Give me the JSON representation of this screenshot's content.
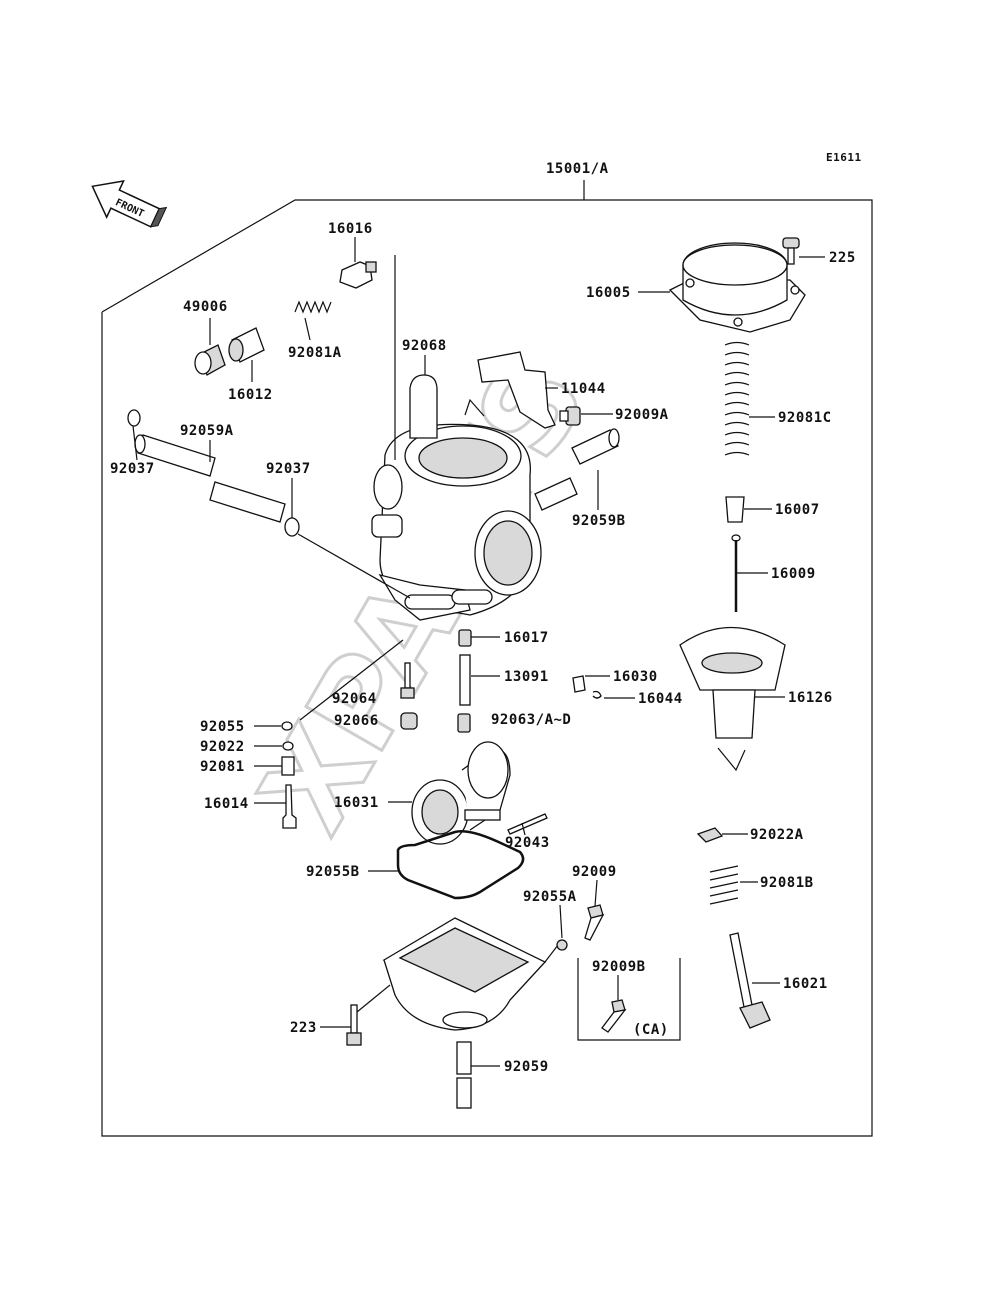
{
  "diagram_code": "E1611",
  "assembly_label": "15001/A",
  "front_label": "FRONT",
  "watermark": "XPARTS",
  "variant_label": "(CA)",
  "labels": {
    "l16016": "16016",
    "l49006": "49006",
    "l92081A": "92081A",
    "l16012": "16012",
    "l92068": "92068",
    "l11044": "11044",
    "l92009A": "92009A",
    "l92059A": "92059A",
    "l92037a": "92037",
    "l92037b": "92037",
    "l92059B": "92059B",
    "l16017": "16017",
    "l13091": "13091",
    "l92064": "92064",
    "l92066": "92066",
    "l92063": "92063/A~D",
    "l16030": "16030",
    "l16044": "16044",
    "l92055": "92055",
    "l92022": "92022",
    "l92081": "92081",
    "l16014": "16014",
    "l16031": "16031",
    "l92043": "92043",
    "l92055B": "92055B",
    "l92009": "92009",
    "l92055A": "92055A",
    "l92009B": "92009B",
    "l223": "223",
    "l92059": "92059",
    "l225": "225",
    "l16005": "16005",
    "l92081C": "92081C",
    "l16007": "16007",
    "l16009": "16009",
    "l16126": "16126",
    "l92022A": "92022A",
    "l92081B": "92081B",
    "l16021": "16021"
  }
}
